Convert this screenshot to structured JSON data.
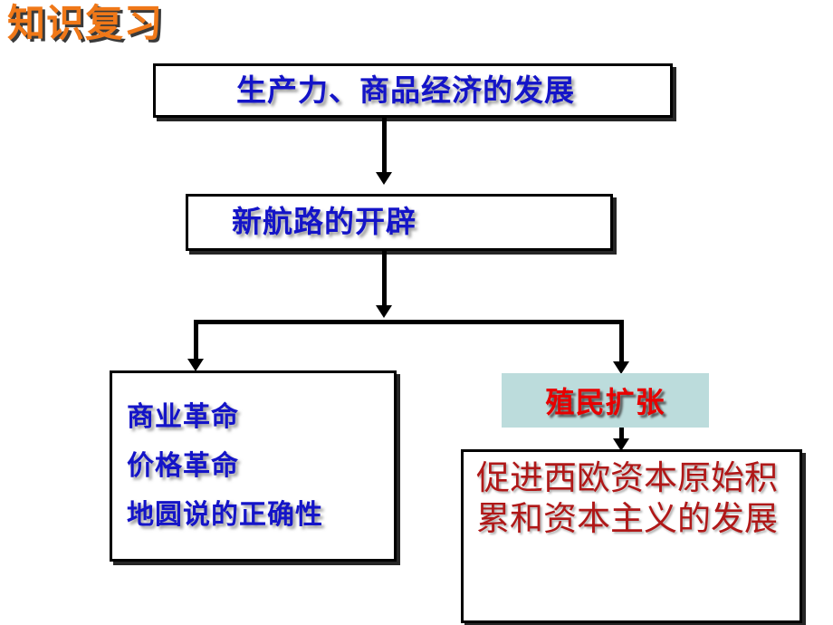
{
  "slide": {
    "title": "知识复习",
    "title_color": "#F07818"
  },
  "nodes": {
    "production": {
      "label": "生产力、商品经济的发展",
      "text_color": "#1414C8",
      "fill": "#FFFFFF"
    },
    "new_route": {
      "label": "新航路的开辟",
      "text_color": "#1414C8",
      "fill": "#FFFFFF"
    },
    "results": {
      "lines": [
        "商业革命",
        "价格革命",
        "地圆说的正确性"
      ],
      "text_color": "#1414C8",
      "fill": "#FFFFFF"
    },
    "colonial": {
      "label": "殖民扩张",
      "text_color": "#E80000",
      "fill": "#BCDCDC"
    },
    "accumulation": {
      "label": "促进西欧资本原始积累和资本主义的发展",
      "text_color": "#B01818",
      "fill": "#FFFFFF"
    }
  },
  "connectors": [
    {
      "name": "production-to-new-route",
      "kind": "arrow-down"
    },
    {
      "name": "new-route-to-split",
      "kind": "arrow-down"
    },
    {
      "name": "split-bar",
      "kind": "horizontal"
    },
    {
      "name": "split-to-results",
      "kind": "arrow-down"
    },
    {
      "name": "split-to-colonial",
      "kind": "arrow-down"
    },
    {
      "name": "colonial-to-accumulation",
      "kind": "arrow-down"
    }
  ]
}
